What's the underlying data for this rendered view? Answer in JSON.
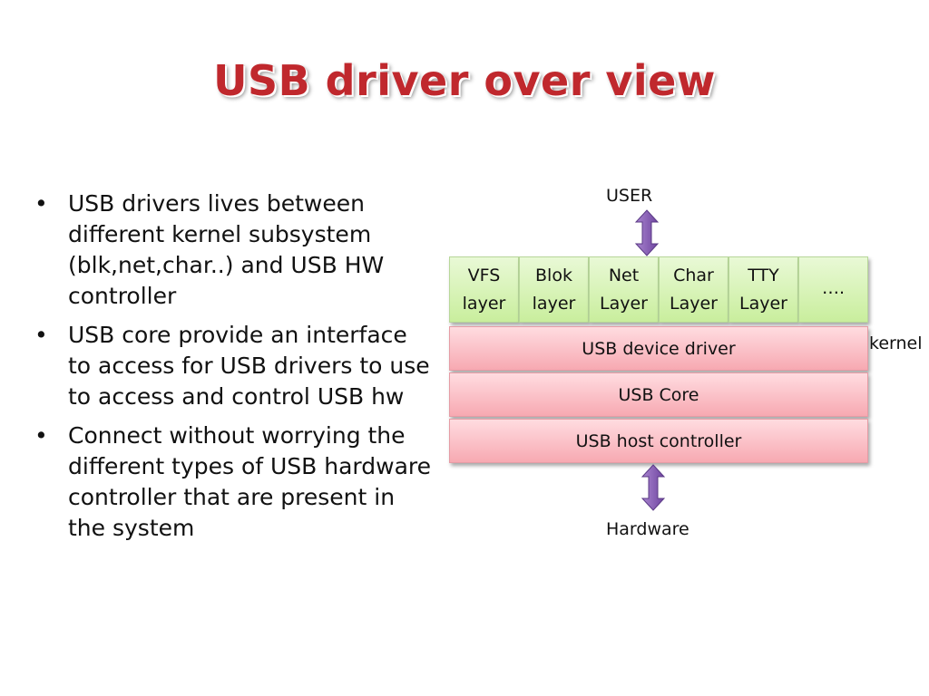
{
  "slide": {
    "title": "USB driver over view",
    "bullets": [
      "USB drivers lives between different kernel subsystem (blk,net,char..) and USB HW controller",
      "USB core provide an interface to access for USB drivers to use to access and control USB hw",
      "Connect without worrying the different types of USB hardware controller that are present in the system"
    ],
    "bullet_char": "•"
  },
  "diagram": {
    "user_label": "USER",
    "hardware_label": "Hardware",
    "kernel_label": "kernel",
    "top_layers": [
      "VFS\nlayer",
      "Blok\nlayer",
      "Net\nLayer",
      "Char\nLayer",
      "TTY\nLayer",
      "…."
    ],
    "stack": [
      "USB device driver",
      "USB Core",
      "USB host controller"
    ],
    "colors": {
      "title": "#c0282d",
      "layer_fill": "#d9f4b8",
      "stack_fill": "#f9c0c7",
      "arrow": "#8e62b8"
    }
  }
}
